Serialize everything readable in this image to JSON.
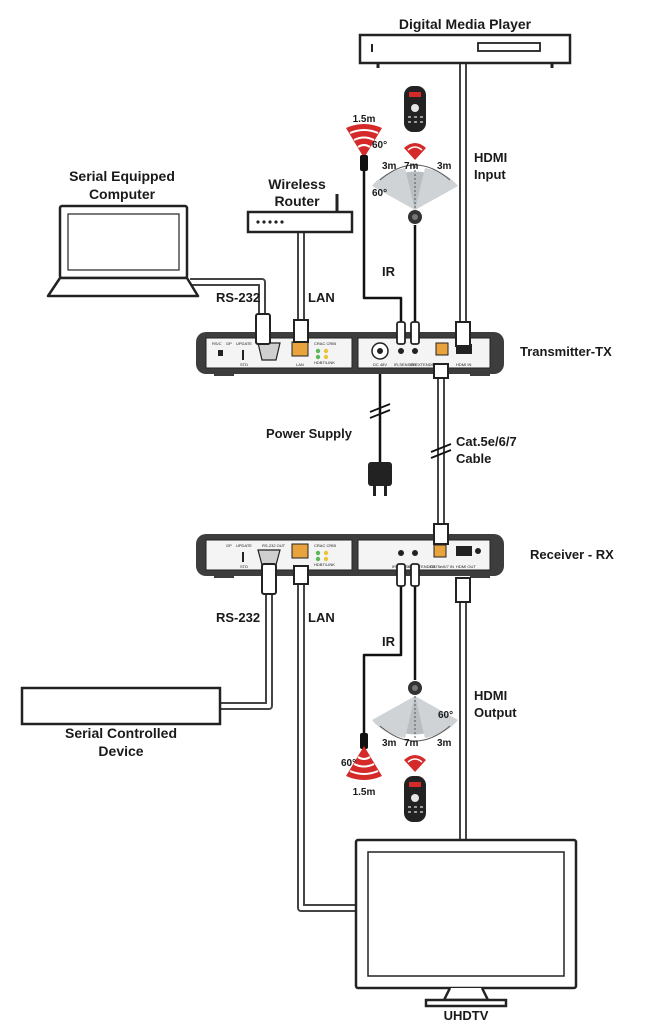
{
  "labels": {
    "digital_media_player": "Digital Media Player",
    "hdmi_input": [
      "HDMI",
      "Input"
    ],
    "serial_computer": [
      "Serial Equipped",
      "Computer"
    ],
    "wireless_router": [
      "Wireless",
      "Router"
    ],
    "rs232_top": "RS-232",
    "lan_top": "LAN",
    "ir_top": "IR",
    "ir_sensor_distance_top": "1.5m",
    "ir_sensor_angle_top": "60°",
    "remote_left_top": "3m",
    "remote_center_top": "7m",
    "remote_right_top": "3m",
    "remote_angle_top": "60°",
    "transmitter": "Transmitter-TX",
    "power_supply": "Power Supply",
    "cat_cable": [
      "Cat.5e/6/7",
      "Cable"
    ],
    "receiver": "Receiver - RX",
    "rs232_bottom": "RS-232",
    "lan_bottom": "LAN",
    "ir_bottom": "IR",
    "serial_device": [
      "Serial Controlled",
      "Device"
    ],
    "hdmi_output": [
      "HDMI",
      "Output"
    ],
    "remote_angle_bottom": "60°",
    "remote_left_bottom": "3m",
    "remote_center_bottom": "7m",
    "remote_right_bottom": "3m",
    "ir_sensor_angle_bottom": "60°",
    "ir_sensor_distance_bottom": "1.5m",
    "uhdtv": "UHDTV"
  },
  "panel_text": {
    "tx_left": [
      "RS/C",
      "GP",
      "UPDATE",
      "STD",
      "LAN",
      "CRAC CRIB",
      "HDBT/LINK"
    ],
    "tx_right": [
      "DC 48V",
      "IR-SENSOR",
      "IR-EXTENDER",
      "HDMI IN"
    ],
    "rx_left": [
      "GP",
      "UPDATE",
      "STD",
      "RS-232 OUT",
      "LAN",
      "CRAC CRIB",
      "HDBT/LINK"
    ],
    "rx_right": [
      "IR-SENSOR",
      "IR-EXTENDER",
      "CAT5e/6/7 IN",
      "HDMI OUT"
    ]
  },
  "colors": {
    "ink": "#1a1a1a",
    "panel": "#3d3d3d",
    "panel_face": "#f4f4f4",
    "cable_fill": "#ffffff",
    "cable_outline": "#444444",
    "ir_red": "#d42a2a",
    "fan_gray": "#b9bec2",
    "rj45_orange": "#e8a33c",
    "led_green": "#5cb85c",
    "led_yellow": "#e8c53a"
  }
}
